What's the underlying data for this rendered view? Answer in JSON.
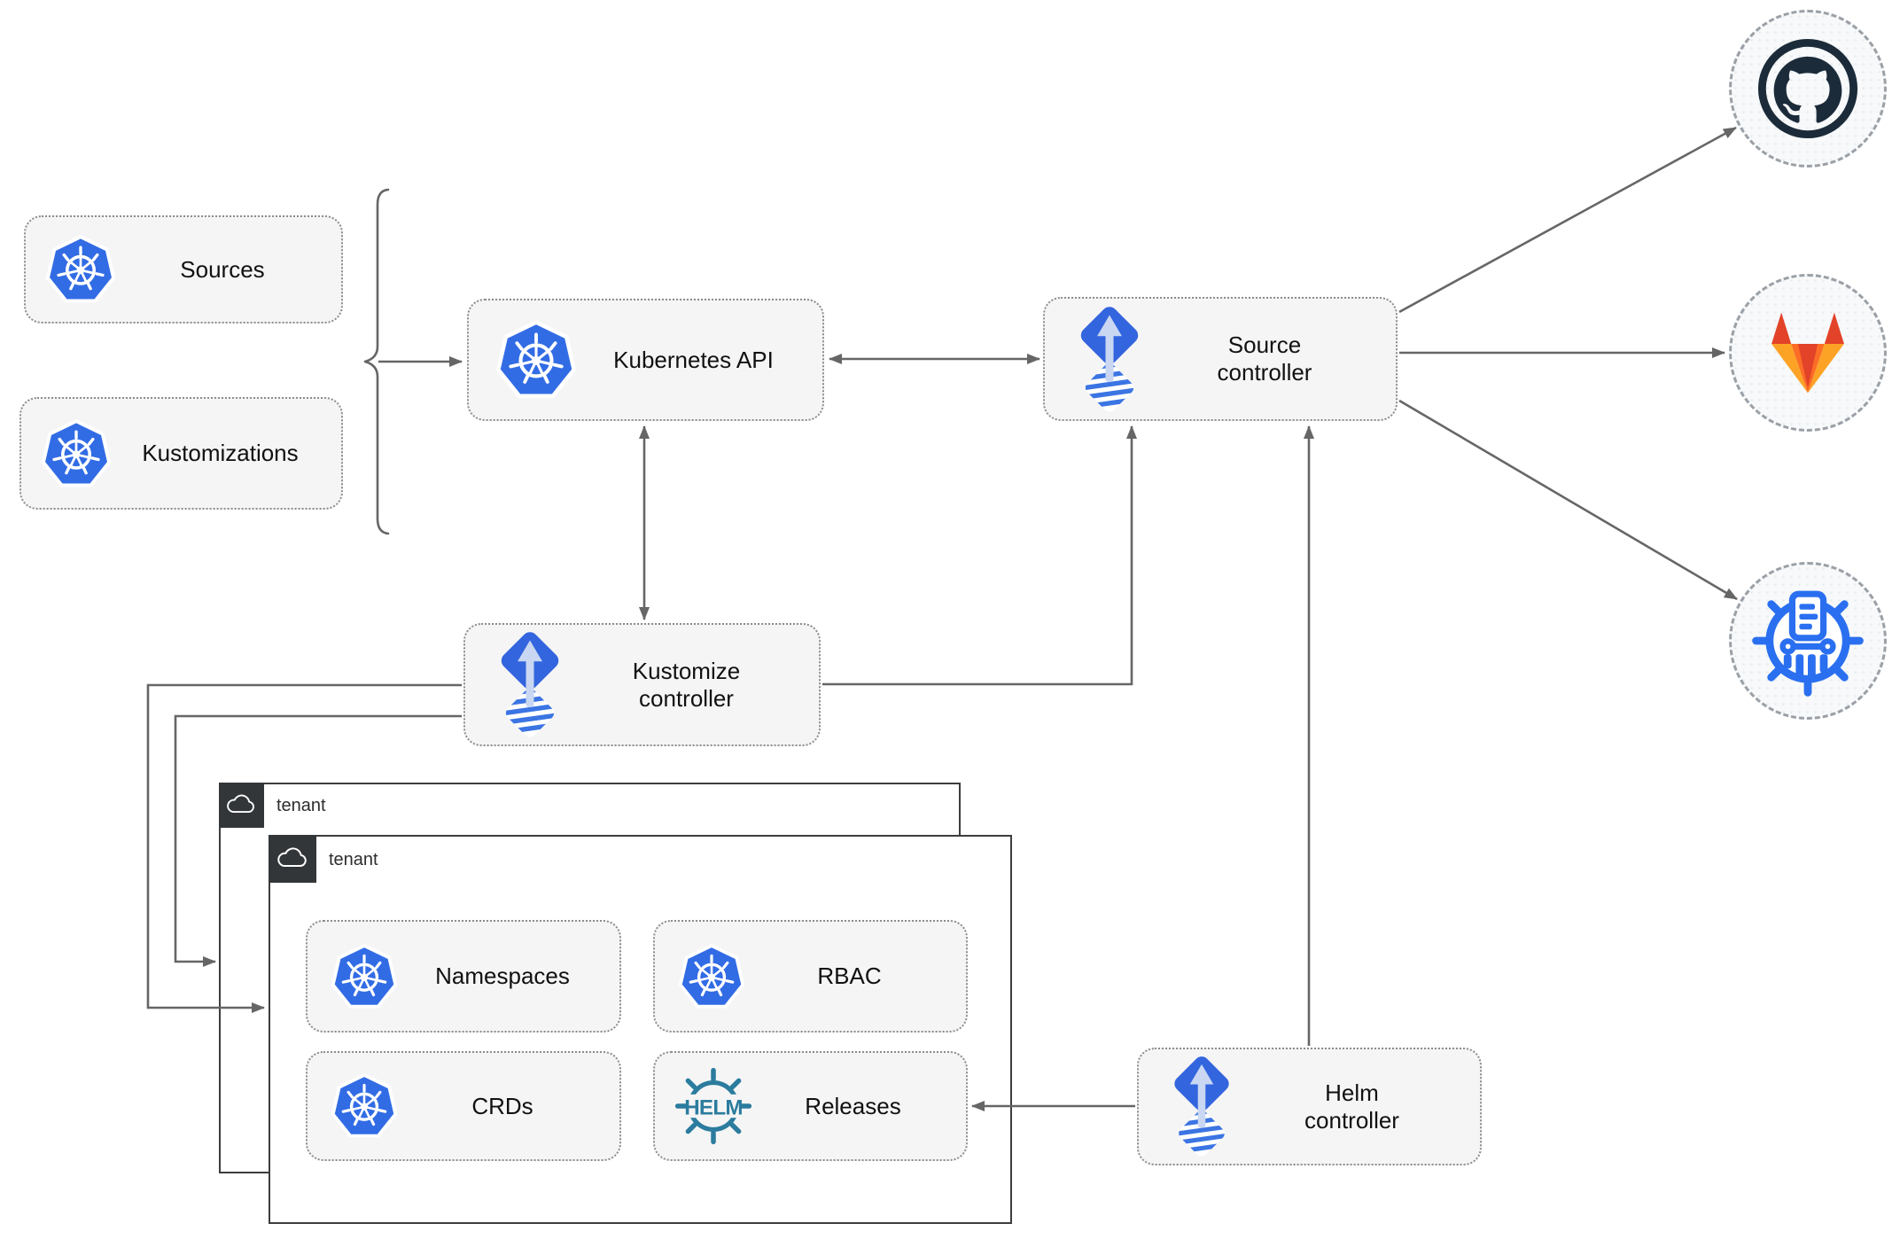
{
  "diagram": {
    "type": "architecture-diagram",
    "topic": "Flux GitOps toolkit on Kubernetes with multi-tenant delivery",
    "nodes": {
      "sources": {
        "label": "Sources",
        "icon": "kubernetes-icon"
      },
      "kustomizations": {
        "label": "Kustomizations",
        "icon": "kubernetes-icon"
      },
      "kubernetes_api": {
        "label": "Kubernetes API",
        "icon": "kubernetes-icon"
      },
      "source_controller": {
        "label": "Source\ncontroller",
        "icon": "flux-icon"
      },
      "kustomize_controller": {
        "label": "Kustomize\ncontroller",
        "icon": "flux-icon"
      },
      "helm_controller": {
        "label": "Helm\ncontroller",
        "icon": "flux-icon"
      },
      "tenant_back": {
        "label": "tenant",
        "icon": "cloud-icon"
      },
      "tenant_front": {
        "label": "tenant",
        "icon": "cloud-icon"
      },
      "namespaces": {
        "label": "Namespaces",
        "icon": "kubernetes-icon"
      },
      "rbac": {
        "label": "RBAC",
        "icon": "kubernetes-icon"
      },
      "crds": {
        "label": "CRDs",
        "icon": "kubernetes-icon"
      },
      "releases": {
        "label": "Releases",
        "icon": "helm-icon"
      },
      "github": {
        "label": "",
        "icon": "github-icon"
      },
      "gitlab": {
        "label": "",
        "icon": "gitlab-icon"
      },
      "chart_repository": {
        "label": "",
        "icon": "chartmuseum-icon"
      }
    },
    "connectors": [
      {
        "from": "sources-and-kustomizations",
        "to": "kubernetes_api",
        "style": "arrow"
      },
      {
        "from": "kubernetes_api",
        "to": "source_controller",
        "style": "double-arrow"
      },
      {
        "from": "kubernetes_api",
        "to": "kustomize_controller",
        "style": "double-arrow"
      },
      {
        "from": "kustomize_controller",
        "to": "source_controller",
        "style": "arrow"
      },
      {
        "from": "helm_controller",
        "to": "source_controller",
        "style": "arrow"
      },
      {
        "from": "source_controller",
        "to": "github",
        "style": "arrow"
      },
      {
        "from": "source_controller",
        "to": "gitlab",
        "style": "arrow"
      },
      {
        "from": "source_controller",
        "to": "chart_repository",
        "style": "arrow"
      },
      {
        "from": "kustomize_controller",
        "to": "tenant_front",
        "style": "arrow"
      },
      {
        "from": "kustomize_controller",
        "to": "tenant_back",
        "style": "arrow"
      },
      {
        "from": "helm_controller",
        "to": "releases",
        "style": "arrow"
      }
    ],
    "colors": {
      "kubernetes_blue": "#326ce5",
      "flux_blue": "#3365de",
      "flux_arrow_light": "#c9d7f2",
      "flux_stripe_blue": "#3b74e3",
      "helm_teal": "#2b7c9e",
      "github_dark": "#1b2b3a",
      "gitlab_red_orange": "#e24329",
      "gitlab_orange": "#fc6d26",
      "gitlab_light_orange": "#fca326",
      "chartmuseum_blue": "#2a6ff0",
      "node_fill": "#f5f5f5",
      "node_border": "#8c8c8c",
      "connector_gray": "#666666",
      "tenant_header_bg": "#333639",
      "tenant_border": "#3d3d3d"
    }
  }
}
